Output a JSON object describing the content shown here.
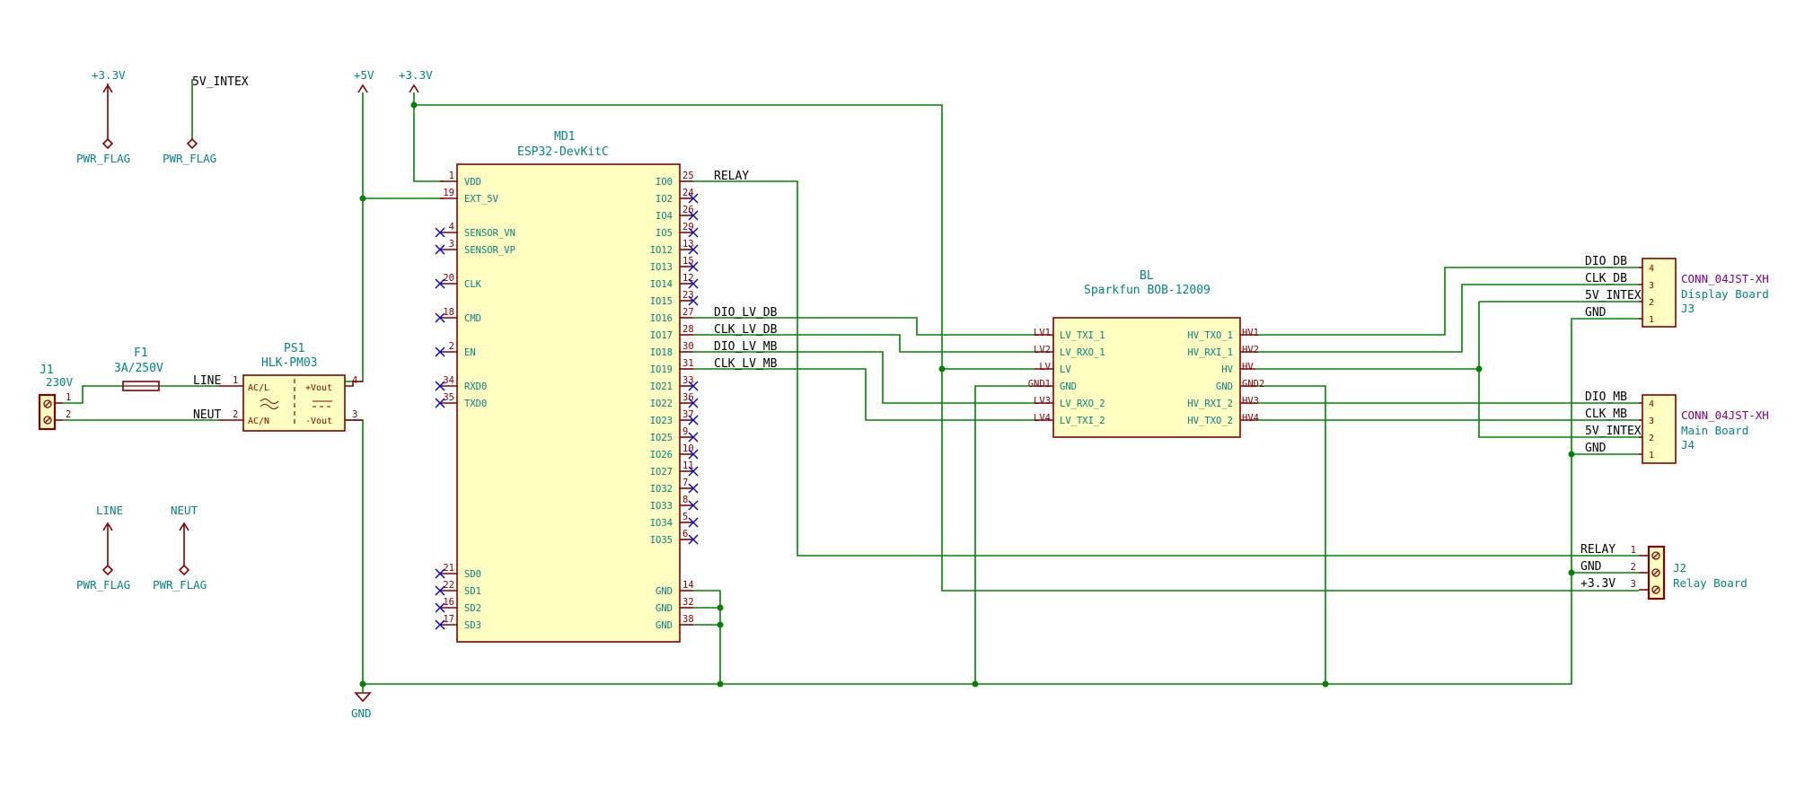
{
  "power_labels": {
    "v33_a": "+3.3V",
    "v5_intex": "5V_INTEX",
    "v5": "+5V",
    "v33_b": "+3.3V",
    "gnd": "GND",
    "line": "LINE",
    "neut": "NEUT",
    "pwr_flag": "PWR_FLAG"
  },
  "j1": {
    "ref": "J1",
    "value": "230V",
    "pins": [
      "1",
      "2"
    ]
  },
  "f1": {
    "ref": "F1",
    "value": "3A/250V"
  },
  "ps1": {
    "ref": "PS1",
    "value": "HLK-PM03",
    "pins_left": [
      {
        "num": "1",
        "name": "AC/L"
      },
      {
        "num": "2",
        "name": "AC/N"
      }
    ],
    "pins_right": [
      {
        "num": "4",
        "name": "+Vout"
      },
      {
        "num": "3",
        "name": "-Vout"
      }
    ]
  },
  "md1": {
    "ref": "MD1",
    "value": "ESP32-DevKitC",
    "left_pins": [
      {
        "num": "1",
        "name": "VDD"
      },
      {
        "num": "19",
        "name": "EXT_5V"
      },
      {
        "num": "4",
        "name": "SENSOR_VN"
      },
      {
        "num": "3",
        "name": "SENSOR_VP"
      },
      {
        "num": "20",
        "name": "CLK"
      },
      {
        "num": "18",
        "name": "CMD"
      },
      {
        "num": "2",
        "name": "EN"
      },
      {
        "num": "34",
        "name": "RXD0"
      },
      {
        "num": "35",
        "name": "TXD0"
      },
      {
        "num": "21",
        "name": "SD0"
      },
      {
        "num": "22",
        "name": "SD1"
      },
      {
        "num": "16",
        "name": "SD2"
      },
      {
        "num": "17",
        "name": "SD3"
      }
    ],
    "right_pins": [
      {
        "num": "25",
        "name": "IO0"
      },
      {
        "num": "24",
        "name": "IO2"
      },
      {
        "num": "26",
        "name": "IO4"
      },
      {
        "num": "29",
        "name": "IO5"
      },
      {
        "num": "13",
        "name": "IO12"
      },
      {
        "num": "15",
        "name": "IO13"
      },
      {
        "num": "12",
        "name": "IO14"
      },
      {
        "num": "23",
        "name": "IO15"
      },
      {
        "num": "27",
        "name": "IO16"
      },
      {
        "num": "28",
        "name": "IO17"
      },
      {
        "num": "30",
        "name": "IO18"
      },
      {
        "num": "31",
        "name": "IO19"
      },
      {
        "num": "33",
        "name": "IO21"
      },
      {
        "num": "36",
        "name": "IO22"
      },
      {
        "num": "37",
        "name": "IO23"
      },
      {
        "num": "9",
        "name": "IO25"
      },
      {
        "num": "10",
        "name": "IO26"
      },
      {
        "num": "11",
        "name": "IO27"
      },
      {
        "num": "7",
        "name": "IO32"
      },
      {
        "num": "8",
        "name": "IO33"
      },
      {
        "num": "5",
        "name": "IO34"
      },
      {
        "num": "6",
        "name": "IO35"
      },
      {
        "num": "14",
        "name": "GND"
      },
      {
        "num": "32",
        "name": "GND"
      },
      {
        "num": "38",
        "name": "GND"
      }
    ]
  },
  "net_labels": {
    "relay": "RELAY",
    "dio_lv_db": "DIO_LV_DB",
    "clk_lv_db": "CLK_LV_DB",
    "dio_lv_mb": "DIO_LV_MB",
    "clk_lv_mb": "CLK_LV_MB",
    "line": "LINE",
    "neut": "NEUT"
  },
  "bl": {
    "ref": "BL",
    "value": "Sparkfun BOB-12009",
    "left_pins": [
      {
        "num": "LV1",
        "name": "LV_TXI_1"
      },
      {
        "num": "LV2",
        "name": "LV_RXO_1"
      },
      {
        "num": "LV",
        "name": "LV"
      },
      {
        "num": "GND1",
        "name": "GND"
      },
      {
        "num": "LV3",
        "name": "LV_RXO_2"
      },
      {
        "num": "LV4",
        "name": "LV_TXI_2"
      }
    ],
    "right_pins": [
      {
        "num": "HV1",
        "name": "HV_TXO_1"
      },
      {
        "num": "HV2",
        "name": "HV_RXI_1"
      },
      {
        "num": "HV",
        "name": "HV"
      },
      {
        "num": "GND2",
        "name": "GND"
      },
      {
        "num": "HV3",
        "name": "HV_RXI_2"
      },
      {
        "num": "HV4",
        "name": "HV_TXO_2"
      }
    ]
  },
  "j3": {
    "ref": "J3",
    "value": "CONN_04JST-XH",
    "desc": "Display Board",
    "pins": [
      "4",
      "3",
      "2",
      "1"
    ],
    "nets": [
      "DIO_DB",
      "CLK_DB",
      "5V_INTEX",
      "GND"
    ]
  },
  "j4": {
    "ref": "J4",
    "value": "CONN_04JST-XH",
    "desc": "Main Board",
    "pins": [
      "4",
      "3",
      "2",
      "1"
    ],
    "nets": [
      "DIO_MB",
      "CLK_MB",
      "5V_INTEX",
      "GND"
    ]
  },
  "j2": {
    "ref": "J2",
    "desc": "Relay Board",
    "pins": [
      "1",
      "2",
      "3"
    ],
    "nets": [
      "RELAY",
      "GND",
      "+3.3V"
    ]
  }
}
